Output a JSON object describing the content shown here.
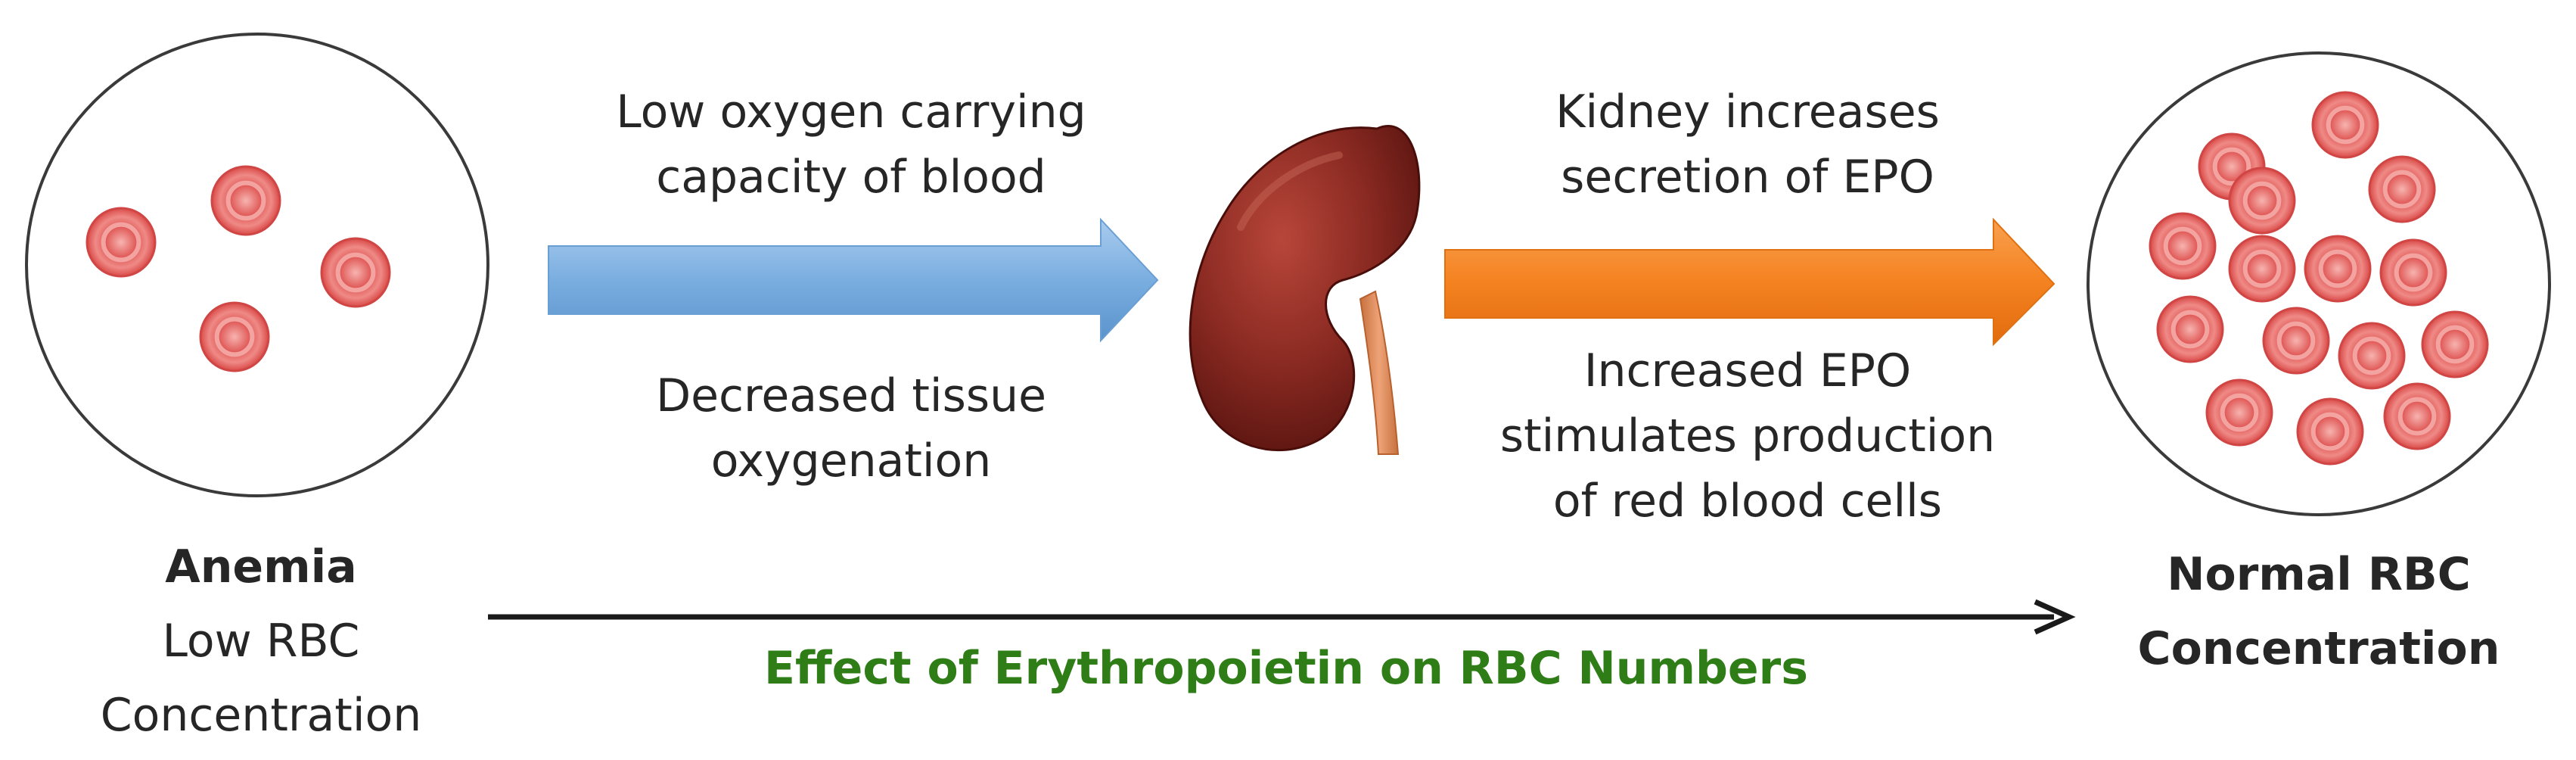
{
  "left_state": {
    "title": "Anemia",
    "line1": "Low RBC",
    "line2": "Concentration"
  },
  "right_state": {
    "line1": "Normal RBC",
    "line2": "Concentration"
  },
  "blue_arrow": {
    "top_line1": "Low oxygen carrying",
    "top_line2": "capacity of blood",
    "bottom_line1": "Decreased tissue",
    "bottom_line2": "oxygenation"
  },
  "orange_arrow": {
    "top_line1": "Kidney increases",
    "top_line2": "secretion of EPO",
    "bottom_line1": "Increased EPO",
    "bottom_line2": "stimulates production",
    "bottom_line3": "of red blood cells"
  },
  "caption": "Effect of Erythropoietin on RBC Numbers",
  "colors": {
    "blue_arrow": "#7aaee0",
    "orange_arrow": "#f58220",
    "caption": "#2e7d16",
    "rbc": "#e8585a",
    "kidney": "#7a1a1a",
    "ureter": "#d8895a"
  }
}
